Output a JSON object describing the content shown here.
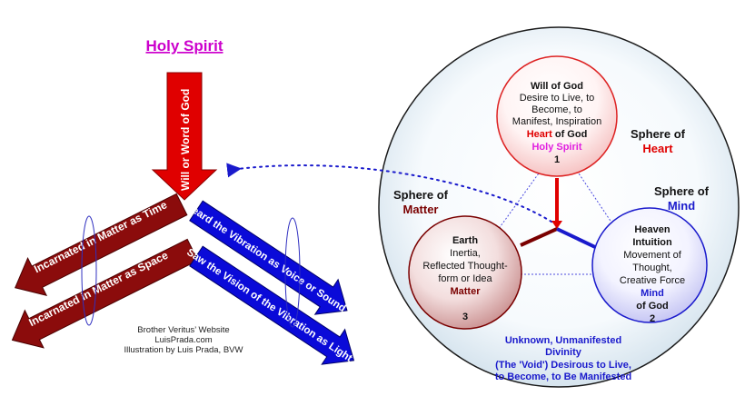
{
  "left": {
    "title": "Holy Spirit",
    "arrow_down": "Will or Word of God",
    "arrow_time": "Incarnated in Matter as Time",
    "arrow_space": "Incarnated in Matter as Space",
    "arrow_sound": "Heard the Vibration as Voice or Sound",
    "arrow_light": "Saw the Vision of the Vibration as Light",
    "credit_1": "Brother Veritus’ Website",
    "credit_2": "LuisPrada.com",
    "credit_3": "Illustration by Luis Prada, BVW"
  },
  "heart": {
    "l1": "Will of God",
    "l2": "Desire to Live, to",
    "l3": "Become, to",
    "l4": "Manifest, Inspiration",
    "l5a": "Heart",
    "l5b": " of God",
    "l6": "Holy Spirit",
    "num": "1",
    "sphere_l1": "Sphere of",
    "sphere_l2": "Heart"
  },
  "matter": {
    "l1": "Earth",
    "l2": "Inertia,",
    "l3": "Reflected Thought-",
    "l4": "form or Idea",
    "l5": "Matter",
    "num": "3",
    "sphere_l1": "Sphere of",
    "sphere_l2": "Matter"
  },
  "mind": {
    "l1": "Heaven",
    "l2": "Intuition",
    "l3": "Movement of",
    "l4": "Thought,",
    "l5": "Creative Force",
    "l6": "Mind",
    "l7": "of God",
    "num": "2",
    "sphere_l1": "Sphere of",
    "sphere_l2": "Mind"
  },
  "unknown": {
    "l1": "Unknown, Unmanifested",
    "l2": "Divinity",
    "l3": "(The 'Void') Desirous to Live,",
    "l4": "to Become, to Be Manifested"
  },
  "colors": {
    "red": "#e00000",
    "blue": "#1a1acc",
    "dark_red": "#7a0000",
    "magenta": "#e020e0",
    "title_magenta": "#cc00cc"
  }
}
